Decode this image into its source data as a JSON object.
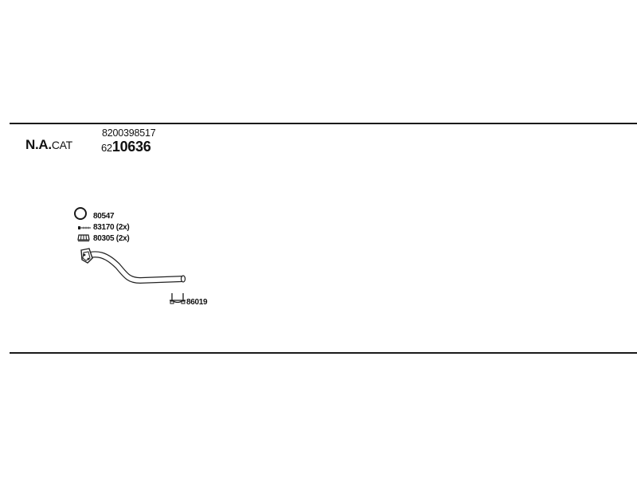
{
  "header": {
    "cat_main": "N.A.",
    "cat_suffix": "CAT",
    "oe_number": "8200398517",
    "part_prefix": "62",
    "part_main": "10636"
  },
  "parts": {
    "gasket_number": "80547",
    "bolt_label": "83170 (2x)",
    "nut_label": "80305 (2x)",
    "clamp_number": "86019"
  },
  "icons": {
    "gasket": "ring-gasket-icon",
    "bolt": "bolt-icon",
    "nut": "nut-icon",
    "clamp": "clamp-icon",
    "pipe": "exhaust-pipe-icon"
  },
  "colors": {
    "line": "#1a1a1a",
    "background": "#ffffff"
  }
}
